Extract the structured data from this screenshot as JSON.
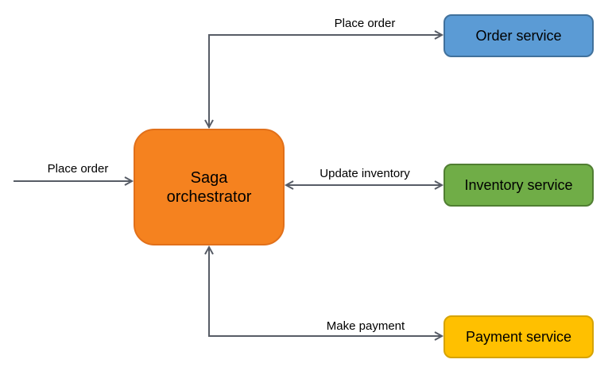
{
  "diagram": {
    "type": "saga-orchestration-diagram",
    "background": "#ffffff",
    "connector_color": "#575C66",
    "text_color": "#000000",
    "nodes": {
      "saga": {
        "label": "Saga orchestrator",
        "lines": [
          "Saga",
          "orchestrator"
        ],
        "fill": "#F5821F",
        "border": "#E1701A"
      },
      "order": {
        "label": "Order service",
        "fill": "#5B9BD5",
        "border": "#41719C"
      },
      "inventory": {
        "label": "Inventory service",
        "fill": "#70AD47",
        "border": "#507E32"
      },
      "payment": {
        "label": "Payment service",
        "fill": "#FFC000",
        "border": "#D6A300"
      }
    },
    "edges": [
      {
        "id": "client-saga",
        "label": "Place order",
        "from": "client",
        "to": "saga",
        "arrows": "end"
      },
      {
        "id": "saga-order",
        "label": "Place order",
        "from": "saga",
        "to": "order",
        "arrows": "both"
      },
      {
        "id": "saga-inventory",
        "label": "Update inventory",
        "from": "saga",
        "to": "inventory",
        "arrows": "both"
      },
      {
        "id": "saga-payment",
        "label": "Make payment",
        "from": "saga",
        "to": "payment",
        "arrows": "both"
      }
    ]
  }
}
